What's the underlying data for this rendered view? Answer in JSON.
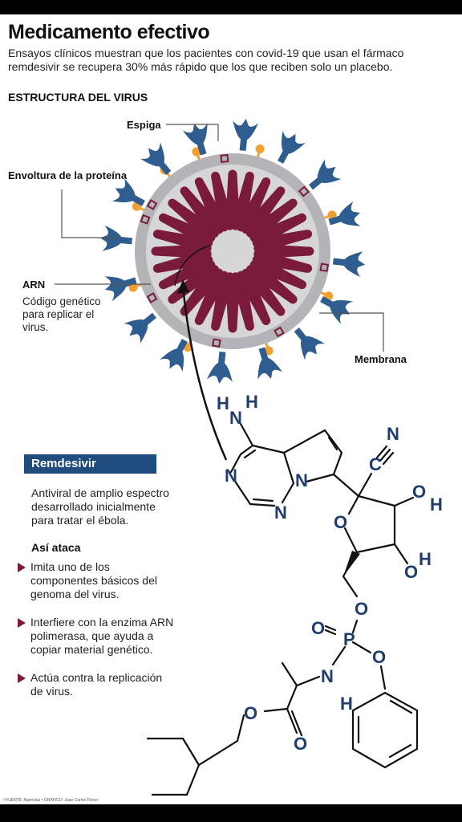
{
  "header": {
    "title": "Medicamento efectivo",
    "subtitle": "Ensayos clínicos muestran que los pacientes con covid-19 que usan el fármaco remdesivir se recupera 30% más rápido que los que reciben solo un placebo."
  },
  "virus": {
    "section_title": "ESTRUCTURA DEL VIRUS",
    "labels": {
      "spike": "Espiga",
      "protein_envelope": "Envoltura de la proteína",
      "rna": "ARN",
      "rna_desc": [
        "Código genético",
        "para replicar el",
        "virus."
      ],
      "membrane": "Membrana"
    }
  },
  "remdesivir": {
    "title": "Remdesivir",
    "description": [
      "Antiviral de amplio espectro",
      "desarrollado inicialmente",
      "para tratar el ébola."
    ],
    "attack_title": "Así ataca",
    "bullets": [
      [
        "Imita uno de los",
        "componentes básicos del",
        "genoma del virus."
      ],
      [
        "Interfiere con la enzima ARN",
        "polimerasa, que ayuda a",
        "copiar material genético."
      ],
      [
        "Actúa contra la replicación",
        "de virus."
      ]
    ]
  },
  "molecule": {
    "atoms": {
      "h1": "H",
      "h2": "H",
      "n_amine": "N",
      "n_ring1": "N",
      "n_ring2": "N",
      "n_ring3": "N",
      "n_nitrile": "N",
      "c_nitrile": "C",
      "o_ring": "O",
      "oh1_o": "O",
      "oh1_h": "H",
      "oh2_o": "O",
      "oh2_h": "H",
      "o_link": "O",
      "o_double": "O",
      "p": "P",
      "o_phenyl": "O",
      "n_amide": "N",
      "h_amide": "H",
      "o_ester": "O",
      "o_carbonyl": "O"
    }
  },
  "footer": "• FUENTE: Agencias • GRÁFICO: Juan Carlos Flexor",
  "colors": {
    "spike": "#2f5d8f",
    "rna": "#7a1a3d",
    "accent_orange": "#f0a030",
    "molecule": "#1f3d6e",
    "banner": "#1f4b7e"
  }
}
